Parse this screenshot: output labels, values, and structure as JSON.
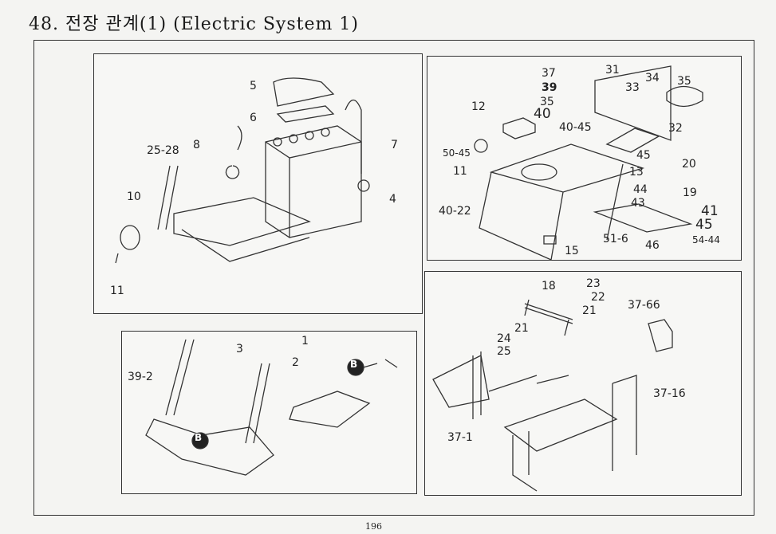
{
  "title": "48. 전장 관계(1) (Electric System 1)",
  "page_number": "196",
  "panels": {
    "battery": {
      "labels": [
        "5",
        "6",
        "8",
        "7",
        "25-28",
        "10",
        "4",
        "11"
      ]
    },
    "dashboard": {
      "labels": [
        "37",
        "39",
        "35",
        "40",
        "12",
        "31",
        "34",
        "33",
        "35",
        "40-45",
        "32",
        "50-45",
        "11",
        "45",
        "13",
        "20",
        "19",
        "44",
        "43",
        "41",
        "40-22",
        "45",
        "51-6",
        "54-44",
        "15",
        "46"
      ]
    },
    "harness": {
      "labels": [
        "3",
        "1",
        "2",
        "39-2",
        "B",
        "B"
      ]
    },
    "frame": {
      "labels": [
        "18",
        "23",
        "22",
        "21",
        "37-66",
        "21",
        "24",
        "25",
        "37-16",
        "37-1"
      ]
    }
  }
}
